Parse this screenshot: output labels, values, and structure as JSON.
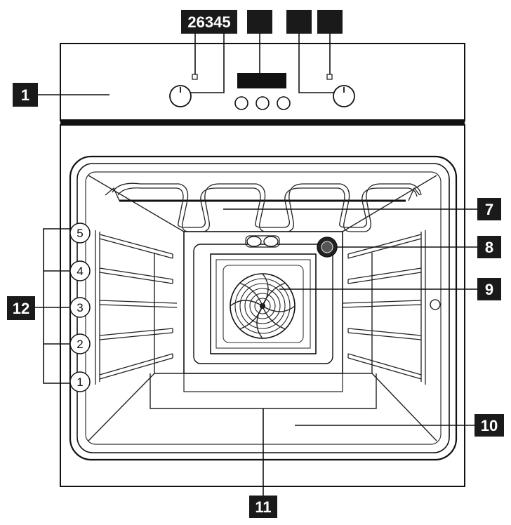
{
  "top_labels": [
    "26345",
    "",
    "",
    ""
  ],
  "side_labels": {
    "control_panel": "1",
    "heating_element": "7",
    "lamp": "8",
    "fan": "9",
    "cavity_floor": "10",
    "bottom_heater": "11",
    "shelf_supports": "12"
  },
  "shelf_positions": [
    "5",
    "4",
    "3",
    "2",
    "1"
  ],
  "colors": {
    "label_bg": "#1a1a1a",
    "label_text": "#ffffff",
    "line": "#111111"
  }
}
